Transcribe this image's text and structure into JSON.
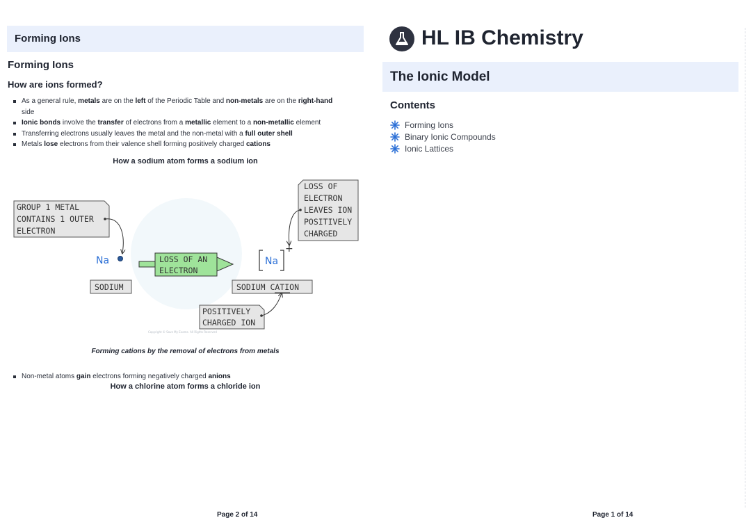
{
  "left_page": {
    "header_banner": "Forming Ions",
    "section_title": "Forming Ions",
    "subsection_title": "How are ions formed?",
    "bullets": [
      [
        {
          "t": "As a general rule, "
        },
        {
          "t": "metals",
          "b": true
        },
        {
          "t": " are on the "
        },
        {
          "t": "left",
          "b": true
        },
        {
          "t": " of the Periodic Table and "
        },
        {
          "t": "non-metals",
          "b": true
        },
        {
          "t": " are on the "
        },
        {
          "t": "right-hand",
          "b": true
        },
        {
          "t": " side"
        }
      ],
      [
        {
          "t": "Ionic bonds",
          "b": true
        },
        {
          "t": " involve the "
        },
        {
          "t": "transfer",
          "b": true
        },
        {
          "t": " of electrons from a "
        },
        {
          "t": "metallic",
          "b": true
        },
        {
          "t": " element to a "
        },
        {
          "t": "non-metallic",
          "b": true
        },
        {
          "t": " element"
        }
      ],
      [
        {
          "t": "Transferring electrons usually leaves the metal and the non-metal with a "
        },
        {
          "t": "full outer shell",
          "b": true
        }
      ],
      [
        {
          "t": "Metals "
        },
        {
          "t": "lose",
          "b": true
        },
        {
          "t": " electrons from their valence shell forming positively charged "
        },
        {
          "t": "cations",
          "b": true
        }
      ]
    ],
    "figure1_title": "How a sodium atom forms a sodium ion",
    "diagram": {
      "group_box": [
        "GROUP 1 METAL",
        "CONTAINS 1 OUTER",
        "ELECTRON"
      ],
      "na_symbol": "Na",
      "sodium_label": "SODIUM",
      "arrow_label": [
        "LOSS OF AN",
        "ELECTRON"
      ],
      "ion_symbol": "Na",
      "charge": "+",
      "loss_box": [
        "LOSS OF",
        "ELECTRON",
        "LEAVES ION",
        "POSITIVELY",
        "CHARGED"
      ],
      "cation_label": "SODIUM CATION",
      "positive_box": [
        "POSITIVELY",
        "CHARGED ION"
      ],
      "copyright": "Copyright © Save My Exams. All Rights Reserved"
    },
    "figure1_caption": "Forming cations by the removal of electrons from metals",
    "bullets2": [
      [
        {
          "t": "Non-metal atoms "
        },
        {
          "t": "gain",
          "b": true
        },
        {
          "t": " electrons forming negatively charged "
        },
        {
          "t": "anions",
          "b": true
        }
      ]
    ],
    "figure2_title": "How a chlorine atom forms a chloride ion",
    "footer": "Page 2 of 14"
  },
  "right_page": {
    "logo_icon": "flask-icon",
    "brand_title": "HL IB Chemistry",
    "topic_banner": "The Ionic Model",
    "contents_title": "Contents",
    "contents": [
      "Forming Ions",
      "Binary Ionic Compounds",
      "Ionic Lattices"
    ],
    "footer": "Page 1 of 14"
  },
  "colors": {
    "banner_bg": "#eaf0fc",
    "accent_blue": "#2b6fd6",
    "arrow_green": "#9fe39a",
    "box_grey": "#e6e6e6",
    "dark_logo": "#2e3240"
  }
}
